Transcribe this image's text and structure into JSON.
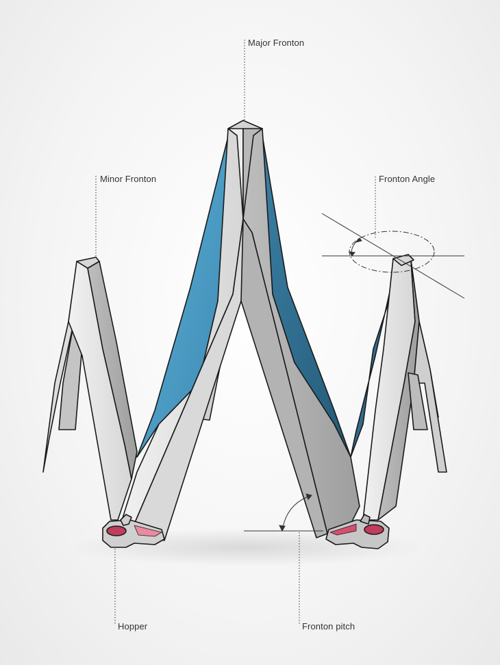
{
  "labels": {
    "major_fronton": "Major Fronton",
    "minor_fronton": "Minor Fronton",
    "fronton_angle": "Fronton Angle",
    "hopper": "Hopper",
    "fronton_pitch": "Fronton pitch"
  },
  "colors": {
    "background": "#f2f2f2",
    "body_light": "#e4e4e4",
    "body_mid": "#c9c9c9",
    "body_dark": "#a9a9a9",
    "panel_blue": "#4fa2cc",
    "panel_blue_dark": "#2f6f90",
    "hopper_pink": "#d4516e",
    "outline": "#1a1a1a"
  }
}
